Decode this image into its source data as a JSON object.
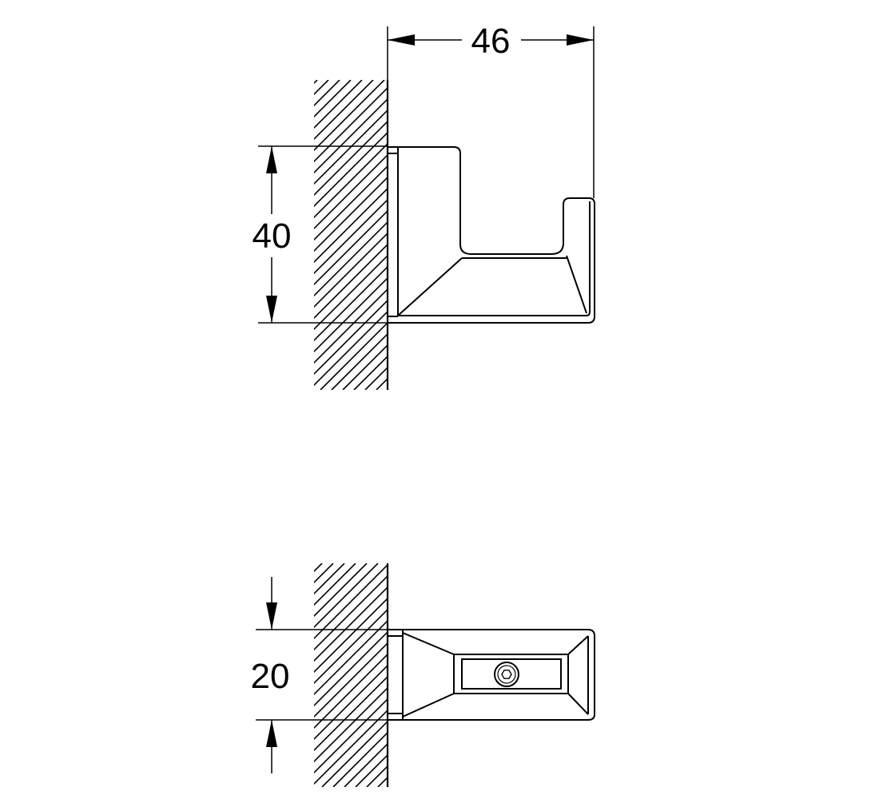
{
  "colors": {
    "line": "#000000",
    "background": "#ffffff"
  },
  "dimensions": {
    "depth": "46",
    "height": "40",
    "width": "20"
  },
  "views": [
    {
      "name": "side-view",
      "shows": [
        "depth",
        "height"
      ]
    },
    {
      "name": "top-view",
      "shows": [
        "width"
      ]
    }
  ]
}
